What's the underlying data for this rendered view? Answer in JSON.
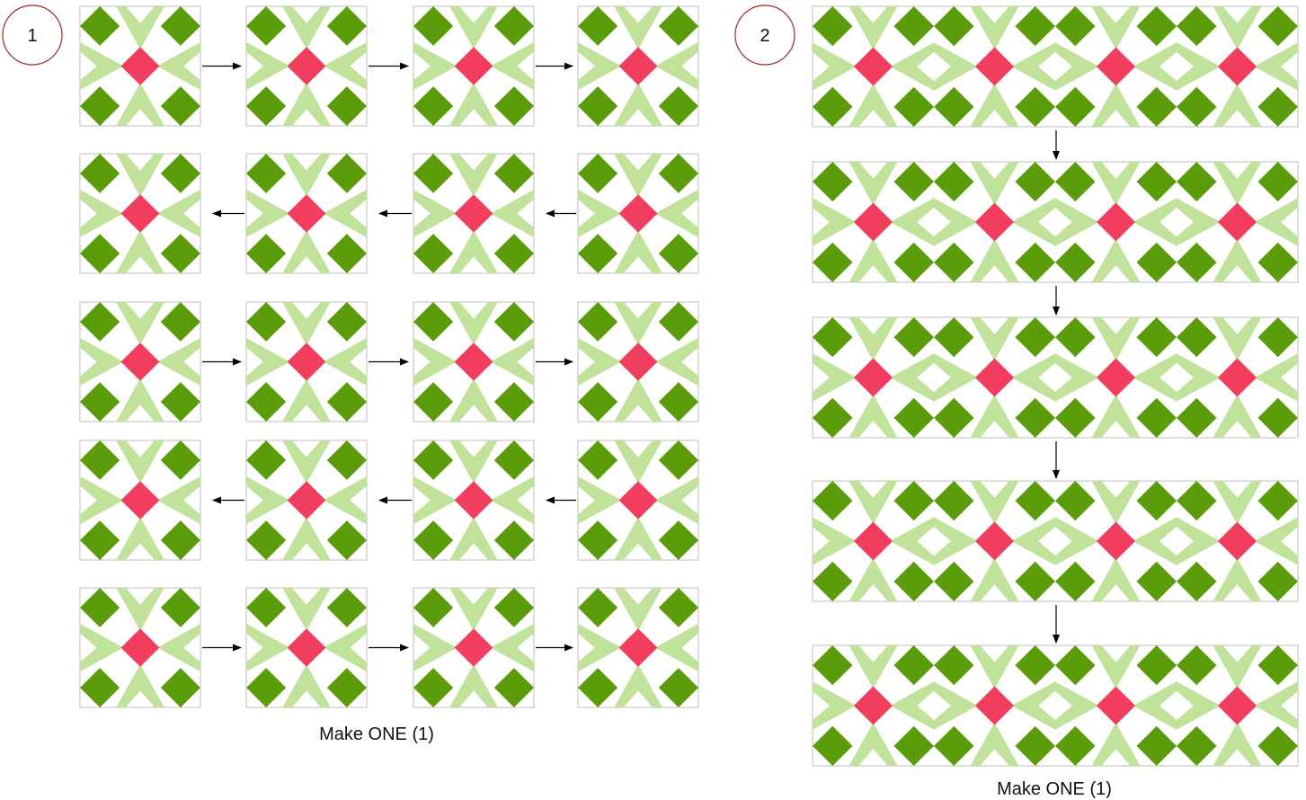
{
  "steps": [
    {
      "number": "1",
      "caption": "Make ONE (1)"
    },
    {
      "number": "2",
      "caption": "Make ONE (1)"
    }
  ],
  "colors": {
    "dark_green": "#5a9c0a",
    "light_green": "#c1e29b",
    "pink": "#f23e5e",
    "block_border": "#bdbdbd",
    "step_circle": "#a0282a",
    "arrow": "#000000"
  },
  "step1_grid": {
    "rows": 5,
    "blocks_per_row": 4
  },
  "step2_stack": {
    "rows": 5,
    "blocks_per_row": 4
  }
}
